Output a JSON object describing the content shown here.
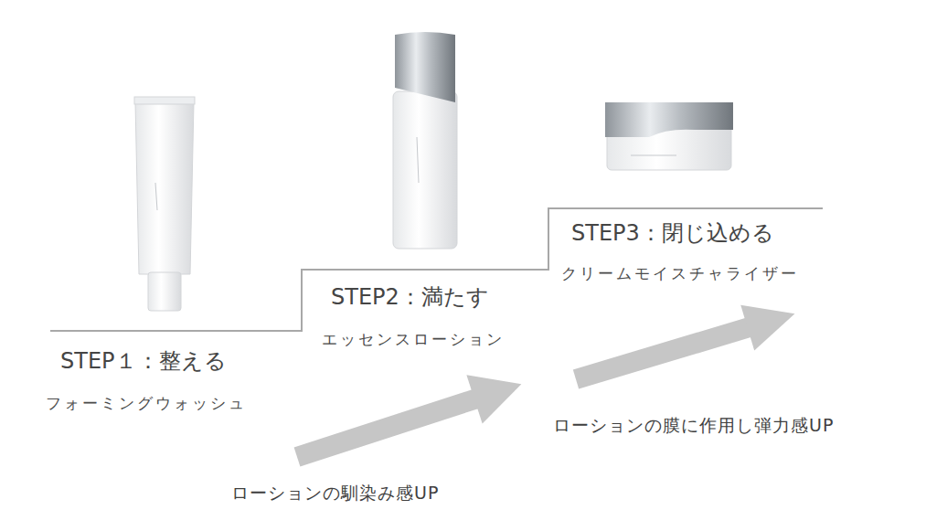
{
  "diagram": {
    "labels": [
      "STEP１：整える",
      "フォーミングウォッシュ",
      "STEP2：満たす",
      "エッセンスローション",
      "STEP3：閉じ込める",
      "クリームモイスチャライザー",
      "ローションの馴染み感UP",
      "ローションの膜に作用し弾力感UP"
    ]
  }
}
